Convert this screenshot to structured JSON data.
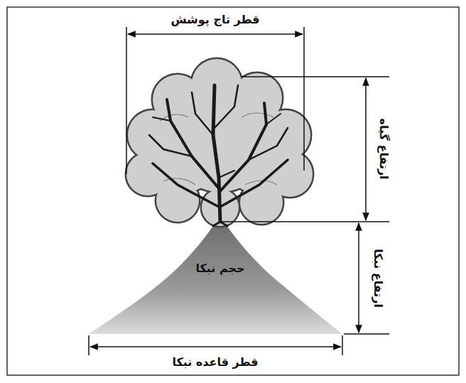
{
  "diagram": {
    "labels": [
      "قطر تاج پوشش",
      "ارتفاع گیاه",
      "حجم نبکا",
      "ارتفاع نبکا",
      "قطر قاعده نبکا"
    ]
  }
}
